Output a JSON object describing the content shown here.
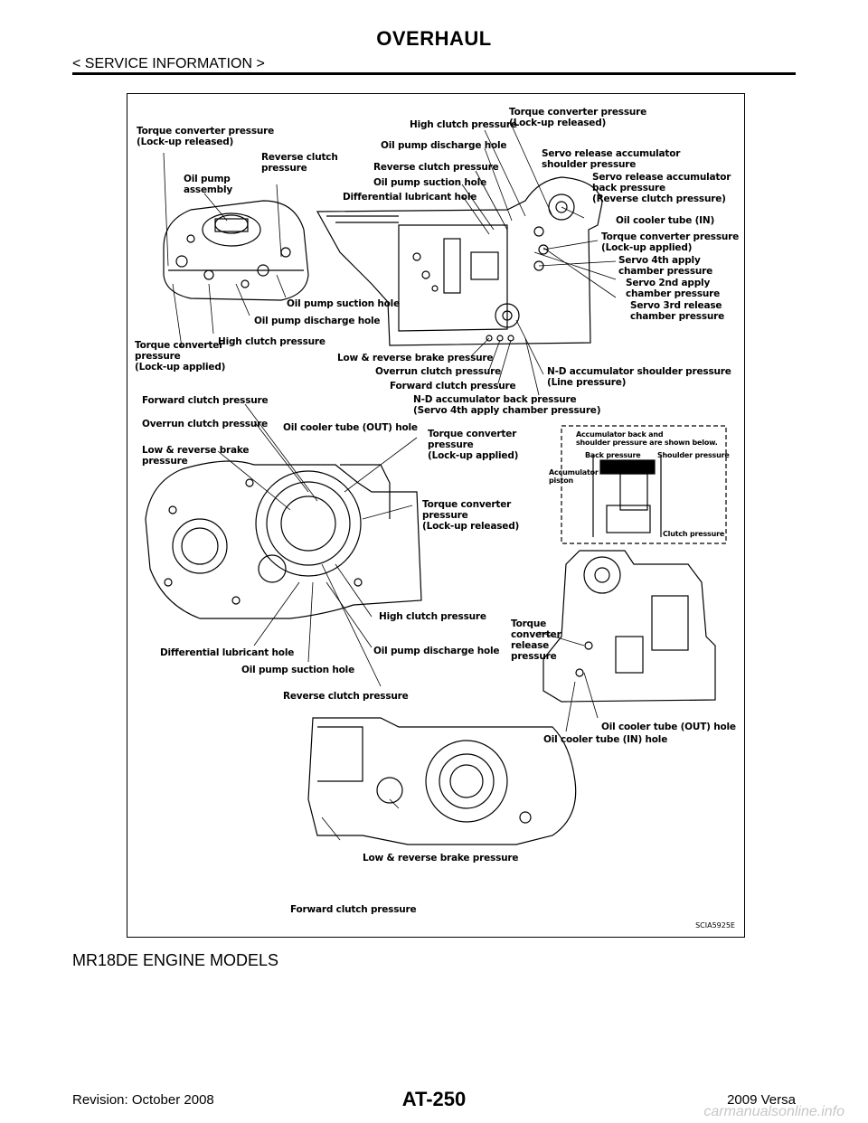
{
  "header": {
    "title": "OVERHAUL",
    "section": "< SERVICE INFORMATION >"
  },
  "figure": {
    "code": "SCIA5925E",
    "labels": {
      "tc_released_tl": "Torque converter pressure\n(Lock-up released)",
      "reverse_clutch_tl": "Reverse clutch\npressure",
      "oil_pump_assembly": "Oil pump\nassembly",
      "high_clutch_top": "High clutch pressure",
      "tc_released_top": "Torque converter pressure\n(Lock-up released)",
      "oil_pump_discharge_top": "Oil pump discharge hole",
      "servo_release_shoulder": "Servo release accumulator\nshoulder pressure",
      "reverse_clutch_top": "Reverse clutch pressure",
      "servo_release_back": "Servo release accumulator\nback pressure\n(Reverse clutch pressure)",
      "oil_pump_suction_top": "Oil pump suction hole",
      "diff_lub_top": "Differential lubricant hole",
      "oil_cooler_in_top": "Oil cooler tube (IN)",
      "tc_applied_top": "Torque converter pressure\n(Lock-up applied)",
      "servo_4th": "Servo 4th apply\nchamber pressure",
      "servo_2nd": "Servo 2nd apply\nchamber pressure",
      "servo_3rd": "Servo 3rd release\nchamber pressure",
      "oil_pump_suction_l": "Oil pump suction hole",
      "oil_pump_discharge_l": "Oil pump discharge hole",
      "tc_applied_l": "Torque converter\npressure\n(Lock-up applied)",
      "high_clutch_l": "High clutch pressure",
      "low_reverse_top": "Low & reverse brake pressure",
      "overrun_top": "Overrun clutch pressure",
      "nd_shoulder": "N-D accumulator shoulder pressure\n(Line pressure)",
      "forward_top": "Forward clutch pressure",
      "nd_back": "N-D accumulator back pressure\n(Servo 4th apply chamber pressure)",
      "forward_mid": "Forward clutch pressure",
      "overrun_mid": "Overrun clutch pressure",
      "oil_cooler_out_mid": "Oil cooler tube (OUT) hole",
      "low_reverse_mid": "Low & reverse brake\npressure",
      "tc_applied_mid": "Torque converter\npressure\n(Lock-up applied)",
      "tc_released_mid": "Torque converter\npressure\n(Lock-up released)",
      "high_clutch_mid": "High clutch pressure",
      "diff_lub_mid": "Differential lubricant hole",
      "oil_pump_discharge_mid": "Oil pump discharge hole",
      "oil_pump_suction_mid": "Oil pump suction hole",
      "reverse_clutch_mid": "Reverse clutch pressure",
      "acc_note": "Accumulator back and\nshoulder pressure are shown below.",
      "back_pressure": "Back pressure",
      "shoulder_pressure": "Shoulder pressure",
      "accumulator_piston": "Accumulator\npiston",
      "clutch_pressure": "Clutch pressure",
      "tc_release_right": "Torque\nconverter\nrelease\npressure",
      "oil_cooler_out_right": "Oil cooler tube (OUT) hole",
      "oil_cooler_in_right": "Oil cooler tube (IN) hole",
      "low_reverse_bottom": "Low & reverse brake pressure",
      "forward_bottom": "Forward clutch pressure"
    }
  },
  "caption": "MR18DE ENGINE MODELS",
  "footer": {
    "revision": "Revision: October 2008",
    "page": "AT-250",
    "model": "2009 Versa",
    "watermark": "carmanualsonline.info"
  }
}
